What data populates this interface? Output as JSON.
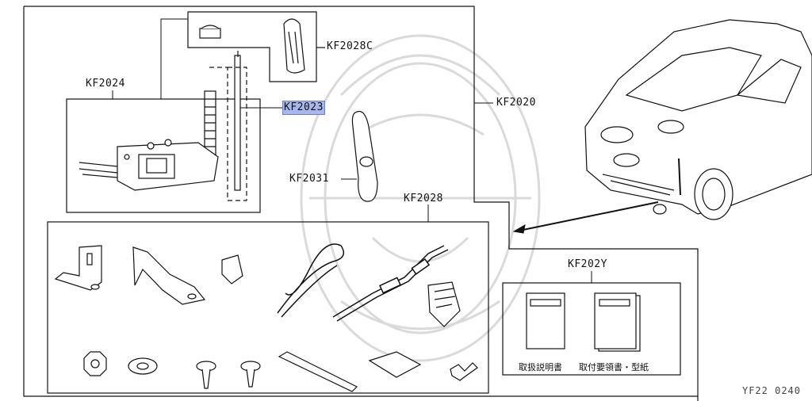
{
  "labels": {
    "kf2028c": "KF2028C",
    "kf2024": "KF2024",
    "kf2023": "KF2023",
    "kf2020": "KF2020",
    "kf2031": "KF2031",
    "kf2028": "KF2028",
    "kf202y": "KF202Y"
  },
  "documents": {
    "manual": "取扱説明書",
    "install_guide": "取付要領書・型紙"
  },
  "reference_code": "YF22 0240",
  "colors": {
    "highlight": "#a8b8ec",
    "line": "#111111",
    "watermark": "#d9d9d9"
  }
}
